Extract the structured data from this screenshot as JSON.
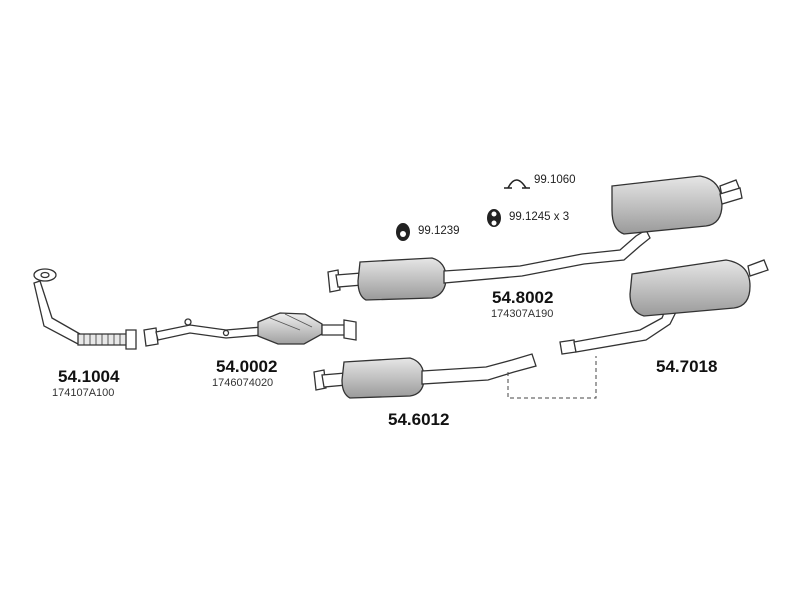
{
  "parts": [
    {
      "id": "front_pipe",
      "number": "54.1004",
      "oem": "174107A100"
    },
    {
      "id": "catalyst",
      "number": "54.0002",
      "oem": "1746074020"
    },
    {
      "id": "front_silencer",
      "number": "54.6012",
      "oem": ""
    },
    {
      "id": "center_rear_assembly",
      "number": "54.8002",
      "oem": "174307A190"
    },
    {
      "id": "rear_silencer",
      "number": "54.7018",
      "oem": ""
    }
  ],
  "accessories": [
    {
      "id": "clamp",
      "label": "99.1060"
    },
    {
      "id": "rubber_mount_a",
      "label": "99.1239"
    },
    {
      "id": "rubber_mount_b",
      "label": "99.1245 x 3"
    }
  ],
  "colors": {
    "outline": "#333333",
    "body_fill": "#cfcfcf",
    "body_shade": "#a8a8a8",
    "pipe_fill": "#ffffff"
  }
}
